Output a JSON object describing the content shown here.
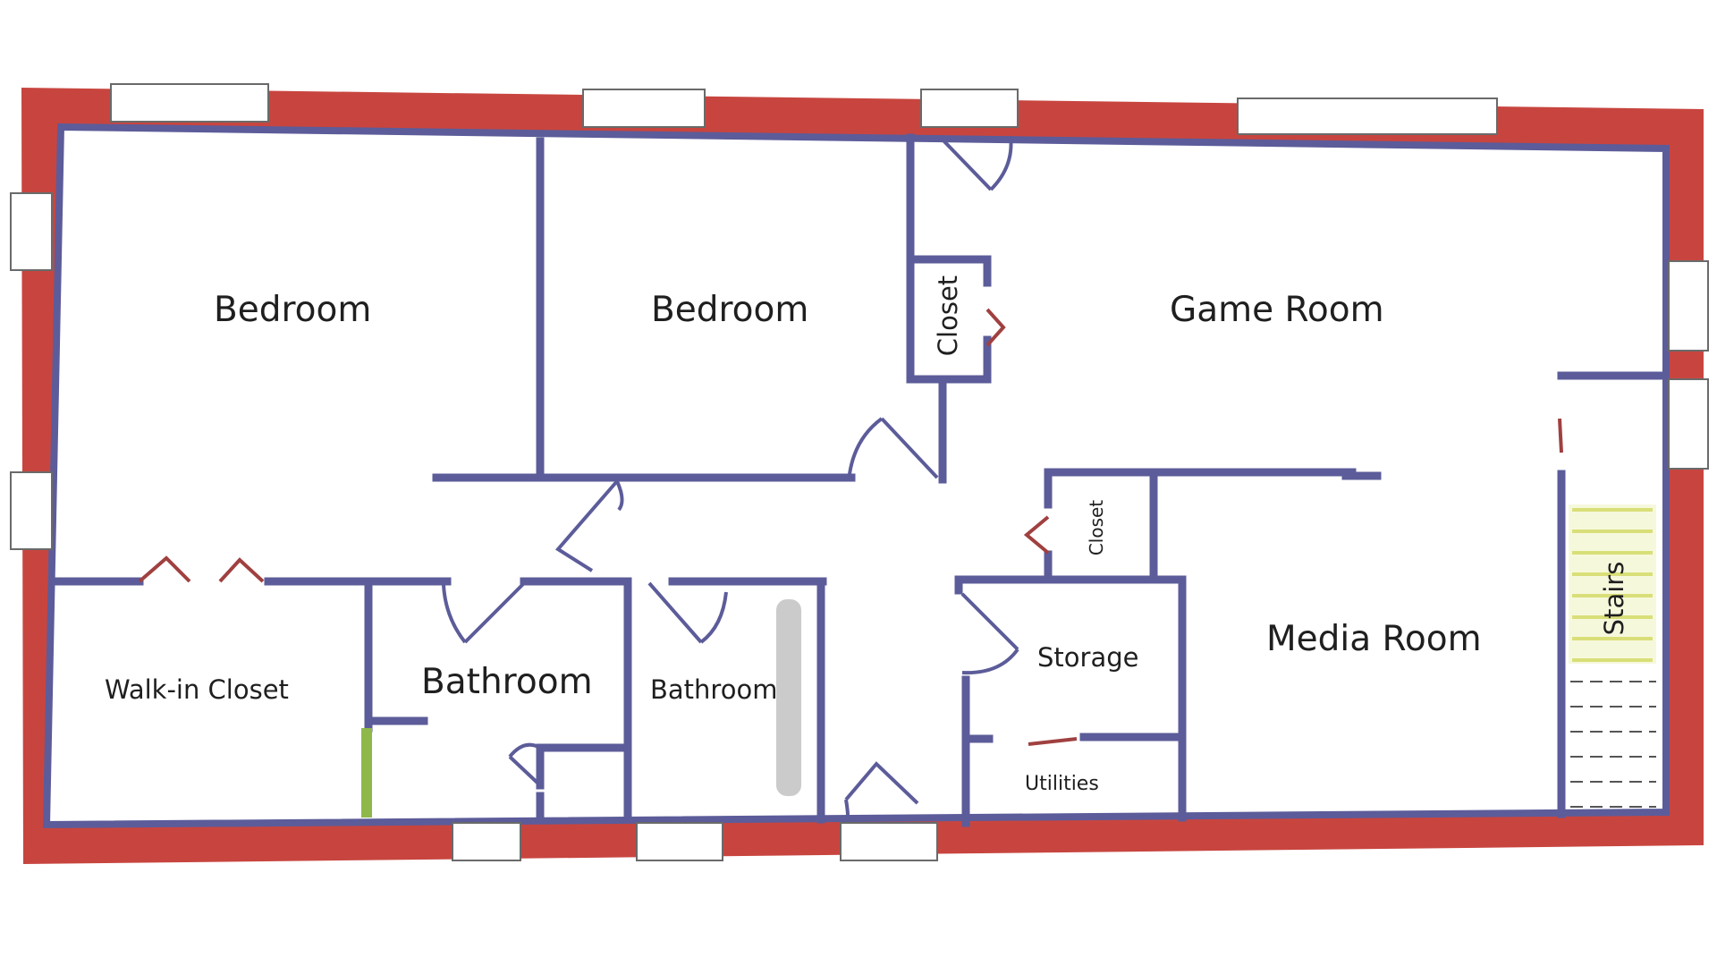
{
  "rooms": {
    "bedroom_left": "Bedroom",
    "bedroom_center": "Bedroom",
    "closet_top": "Closet",
    "game_room": "Game Room",
    "walk_in_closet": "Walk-in Closet",
    "bathroom_main": "Bathroom",
    "bathroom_small": "Bathroom",
    "closet_small": "Closet",
    "storage": "Storage",
    "media_room": "Media Room",
    "utilities": "Utilities",
    "stairs": "Stairs"
  },
  "colors": {
    "exterior_wall": "#c8453f",
    "interior_wall": "#5c5c9a",
    "window": "#ffffff",
    "stairs_highlight": "#e6ec9a",
    "accent_green": "#8fb84a",
    "smudge": "#b9b9b9"
  }
}
